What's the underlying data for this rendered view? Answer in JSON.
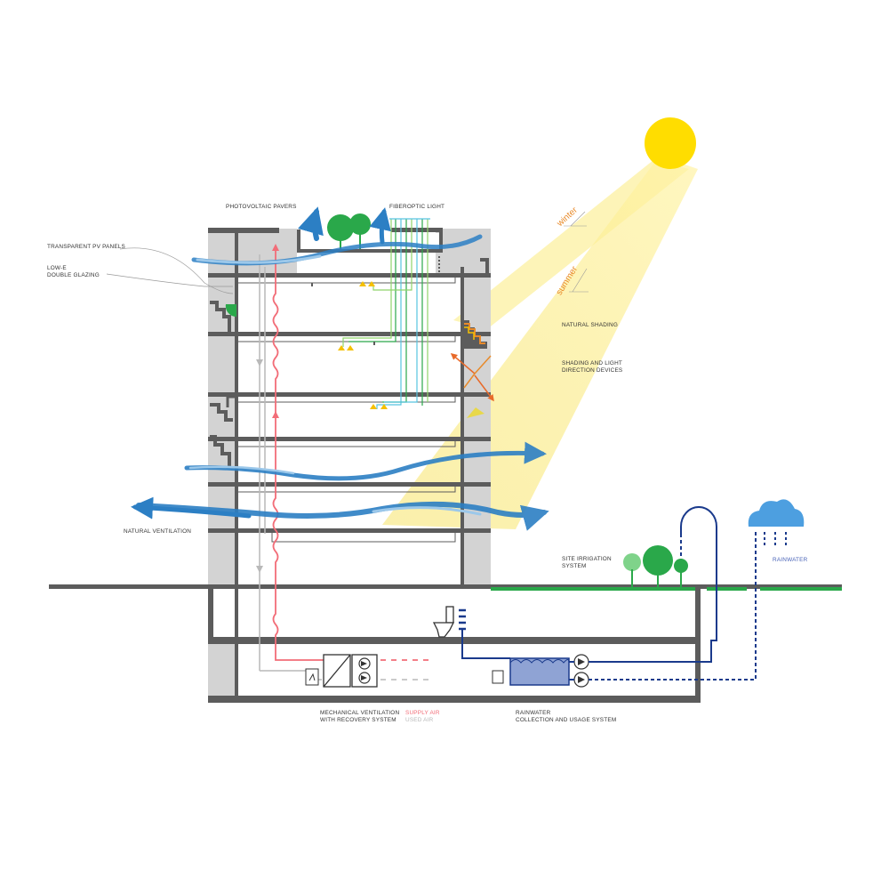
{
  "colors": {
    "wall": "#d3d3d3",
    "slab": "#5c5c5c",
    "sun": "#ffdd00",
    "sunbeam": "#fdf1a0",
    "air_flow": "#2c7fc4",
    "supply_air": "#f26d78",
    "used_air": "#b9b9b9",
    "rainwater": "#1a3a8c",
    "vegetation": "#2aa84a",
    "light_device": "#e88a2a"
  },
  "labels": {
    "photovoltaic_pavers": "PHOTOVOLTAIC PAVERS",
    "fiberoptic_light": "FIBEROPTIC LIGHT",
    "transparent_pv_panels": "TRANSPARENT PV PANELS",
    "low_e": [
      "LOW-E",
      "DOUBLE GLAZING"
    ],
    "natural_shading": "NATURAL SHADING",
    "shading_light_devices": [
      "SHADING AND LIGHT",
      "DIRECTION DEVICES"
    ],
    "natural_ventilation": "NATURAL VENTILATION",
    "site_irrigation": [
      "SITE IRRIGATION",
      "SYSTEM"
    ],
    "rainwater": "RAINWATER",
    "mechanical_ventilation": [
      "MECHANICAL VENTILATION",
      "WITH RECOVERY SYSTEM"
    ],
    "supply_air": "SUPPLY AIR",
    "used_air": "USED AIR",
    "rainwater_collection": [
      "RAINWATER",
      "COLLECTION AND USAGE SYSTEM"
    ],
    "winter": "winter",
    "summer": "summer"
  }
}
